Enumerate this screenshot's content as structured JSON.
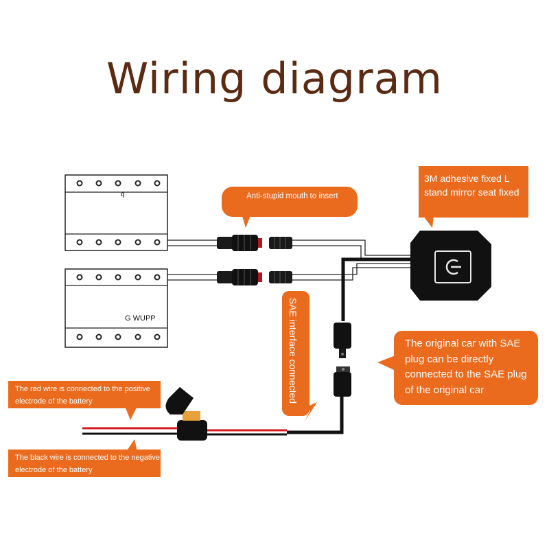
{
  "title": "Wiring diagram",
  "colors": {
    "title": "#5a2a12",
    "callout": "#ea6b1e",
    "red_wire": "#d71920",
    "black_wire": "#111111"
  },
  "panels": {
    "top_label": "q",
    "bottom_label": "G WUPP"
  },
  "switch": {
    "icon": "power-switch-icon"
  },
  "callouts": {
    "anti_stupid": "Anti-stupid mouth to insert",
    "mount": "3M adhesive fixed L stand mirror seat fixed",
    "sae_interface": "SAE interface connected",
    "sae_plug": "The original car with SAE plug can be directly connected to the SAE plug of the original car",
    "red_wire": "The red wire is connected to the positive electrode of the battery",
    "black_wire": "The black wire is connected to the negative electrode of the battery"
  }
}
